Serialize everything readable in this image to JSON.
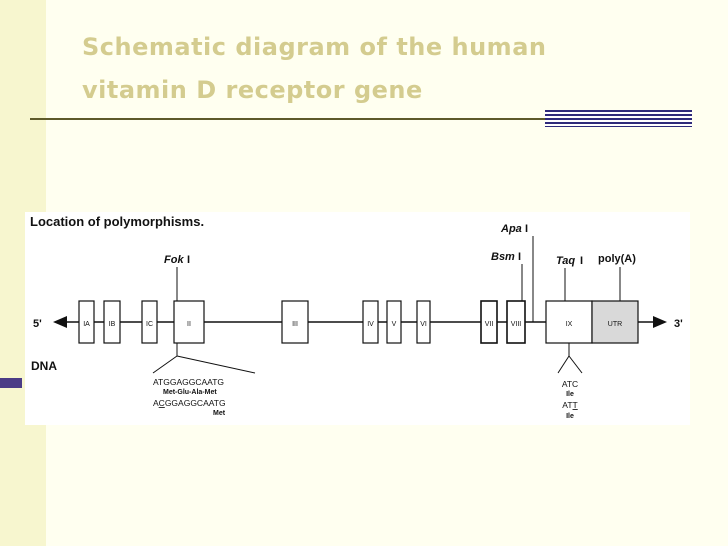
{
  "slide": {
    "title_line1": "Schematic diagram of the human",
    "title_line2": "vitamin D receptor gene",
    "colors": {
      "title": "#d4cc8f",
      "side_band": "#f7f6cf",
      "accent": "#2f2a7a",
      "background": "#fffff0"
    }
  },
  "figure": {
    "heading": "Location of polymorphisms.",
    "strand_left": "5'",
    "strand_right": "3'",
    "dna_label": "DNA",
    "exons": [
      "IA",
      "IB",
      "IC",
      "II",
      "III",
      "IV",
      "V",
      "VI",
      "VII",
      "VIII",
      "IX",
      "UTR"
    ],
    "sites": {
      "fok_name": "Fok",
      "fok_suffix": "I",
      "apa_name": "Apa",
      "apa_suffix": "I",
      "bsm_name": "Bsm",
      "bsm_suffix": "I",
      "taq_name": "Taq",
      "taq_suffix": "I",
      "poly_a": "poly(A)"
    },
    "fok_variants": {
      "seq1": "ATGGAGGCAATG",
      "aa1": "Met-Glu-Ala-Met",
      "seq2_pre": "A",
      "seq2_mut": "C",
      "seq2_post": "GGAGGCAATG",
      "aa2": "Met"
    },
    "taq_variants": {
      "seq1": "ATC",
      "aa1": "Ile",
      "seq2_pre": "AT",
      "seq2_mut": "T",
      "aa2": "Ile"
    }
  }
}
